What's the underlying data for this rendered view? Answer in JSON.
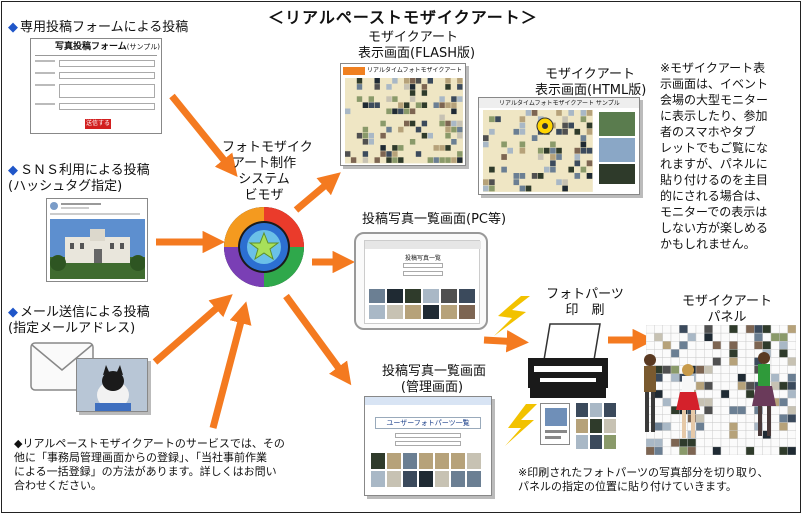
{
  "title": "＜リアルペーストモザイクアート＞",
  "sources": [
    {
      "label": "専用投稿フォームによる投稿",
      "sub": ""
    },
    {
      "label": "ＳＮＳ利用による投稿",
      "sub": "(ハッシュタグ指定)"
    },
    {
      "label": "メール送信による投稿",
      "sub": "(指定メールアドレス)"
    }
  ],
  "form_shot": {
    "header": "写真投稿フォーム",
    "header_note": "(サンプル)",
    "submit": "送信する"
  },
  "system": {
    "lines": [
      "フォトモザイク",
      "アート制作",
      "システム",
      "ビモザ"
    ]
  },
  "outputs": {
    "flash": {
      "lines": [
        "モザイクアート",
        "表示画面(FLASH版)"
      ],
      "banner": "リアルタイムフォトモザイクアートサンプル"
    },
    "html": {
      "lines": [
        "モザイクアート",
        "表示画面(HTML版)"
      ],
      "banner": "リアルタイムフォトモザイクアート サンプル"
    },
    "list_pc": {
      "label": "投稿写真一覧画面(PC等)",
      "banner": "投稿写真一覧"
    },
    "list_admin": {
      "lines": [
        "投稿写真一覧画面",
        "(管理画面)"
      ],
      "banner": "ユーザーフォトパーツ一覧"
    },
    "print": {
      "lines": [
        "フォトパーツ",
        "印　刷"
      ]
    },
    "panel": {
      "lines": [
        "モザイクアート",
        "パネル"
      ]
    }
  },
  "notes": {
    "display": [
      "※モザイクアート表",
      "示画面は、イベント",
      "会場の大型モニター",
      "に表示したり、参加",
      "者のスマホやタブ",
      "レットでもご覧にな",
      "れますが、パネルに",
      "貼り付けるのを主目",
      "的にされる場合は、",
      "モニターでの表示は",
      "しない方が楽しめる",
      "かもしれません。"
    ],
    "service": [
      "◆リアルペーストモザイクアートのサービスでは、その",
      "他に「事務局管理画面からの登録」、「当社事前作業",
      "による一括登録」の方法があります。詳しくはお問い",
      "合わせください。"
    ],
    "paste": [
      "※印刷されたフォトパーツの写真部分を切り取り、",
      "パネルの指定の位置に貼り付けていきます。"
    ]
  },
  "colors": {
    "arrow": "#f47a20",
    "bolt": "#f2c200",
    "diamond": "#1f56c9"
  },
  "icons": [
    "photo-mosaic-logo-icon",
    "envelope-icon",
    "cat-photo-icon",
    "printer-icon",
    "lightning-icon"
  ]
}
